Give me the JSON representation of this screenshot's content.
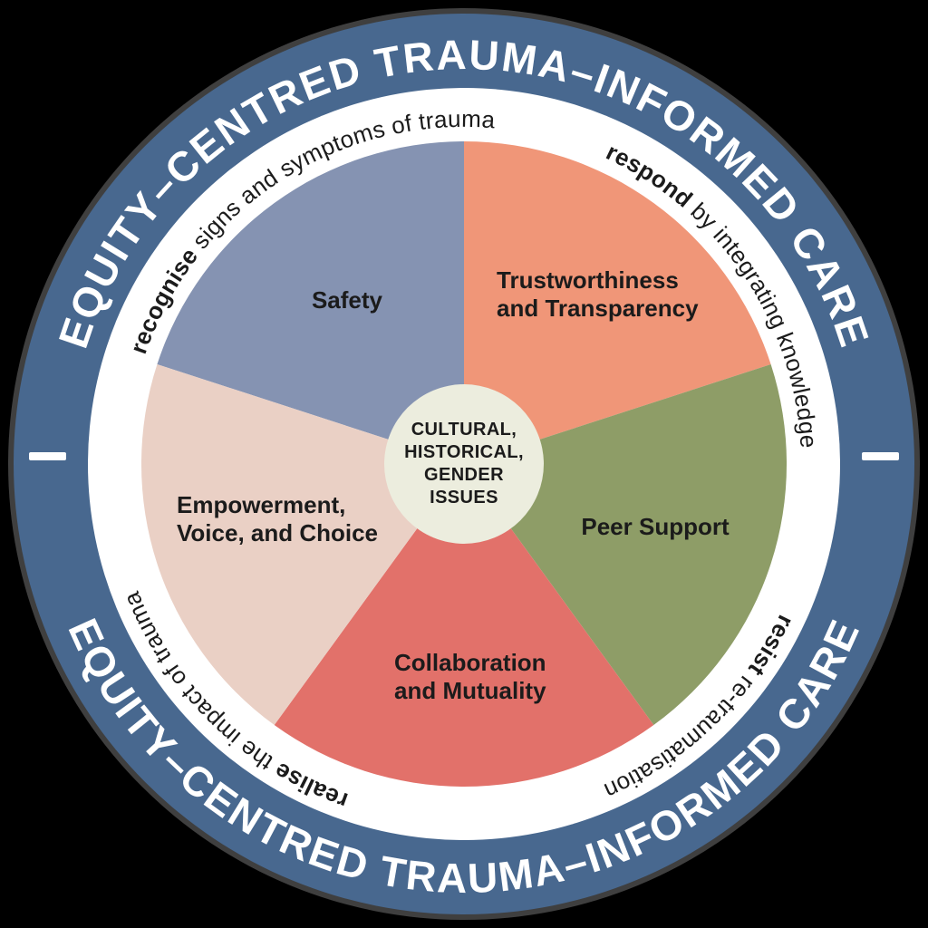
{
  "colors": {
    "background": "#000000",
    "ring_blue": "#48688F",
    "ring_white": "#FFFFFF",
    "shadow_gray": "#4A4A4A",
    "text_white": "#FFFFFF",
    "text_dark": "#1B1B1B"
  },
  "outer_ring": {
    "title_top": "EQUITY–CENTRED TRAUMA–INFORMED CARE",
    "title_bottom": "EQUITY–CENTRED TRAUMA–INFORMED CARE"
  },
  "principles": {
    "top_left": {
      "bold": "recognise",
      "rest": " signs and symptoms of trauma"
    },
    "top_right": {
      "bold": "respond",
      "rest": " by integrating knowledge"
    },
    "bottom_right": {
      "bold": "resist",
      "rest": " re-traumatisation"
    },
    "bottom_left": {
      "bold": "realise",
      "rest": " the impact of trauma"
    }
  },
  "segments": [
    {
      "color": "#8593B2",
      "lines": [
        "Safety"
      ]
    },
    {
      "color": "#F09678",
      "lines": [
        "Trustworthiness",
        "and Transparency"
      ]
    },
    {
      "color": "#8E9D67",
      "lines": [
        "Peer Support"
      ]
    },
    {
      "color": "#E2716A",
      "lines": [
        "Collaboration",
        "and Mutuality"
      ]
    },
    {
      "color": "#EAD0C5",
      "lines": [
        "Empowerment,",
        "Voice, and Choice"
      ]
    }
  ],
  "center": {
    "color": "#ECEDDE",
    "lines": [
      "CULTURAL,",
      "HISTORICAL,",
      "GENDER",
      "ISSUES"
    ]
  }
}
